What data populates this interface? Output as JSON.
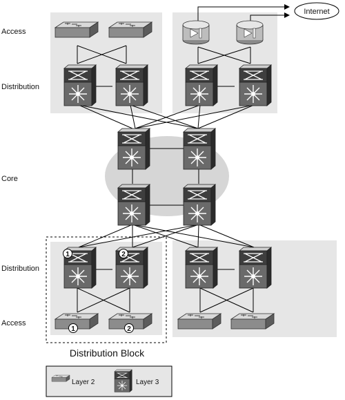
{
  "layer_labels": {
    "access_top": "Access",
    "distribution_top": "Distribution",
    "core": "Core",
    "distribution_bottom": "Distribution",
    "access_bottom": "Access"
  },
  "cloud_label": "Internet",
  "block_label": "Distribution Block",
  "badges": {
    "one": "1",
    "two": "2"
  },
  "legend": {
    "layer2": "Layer 2",
    "layer3": "Layer 3"
  },
  "colors": {
    "panel": "#e6e6e6",
    "core_ellipse": "#d6d6d6",
    "device_dark": "#545454",
    "device_mid": "#7a7a7a",
    "device_light": "#c8c8c8",
    "line": "#000000"
  }
}
